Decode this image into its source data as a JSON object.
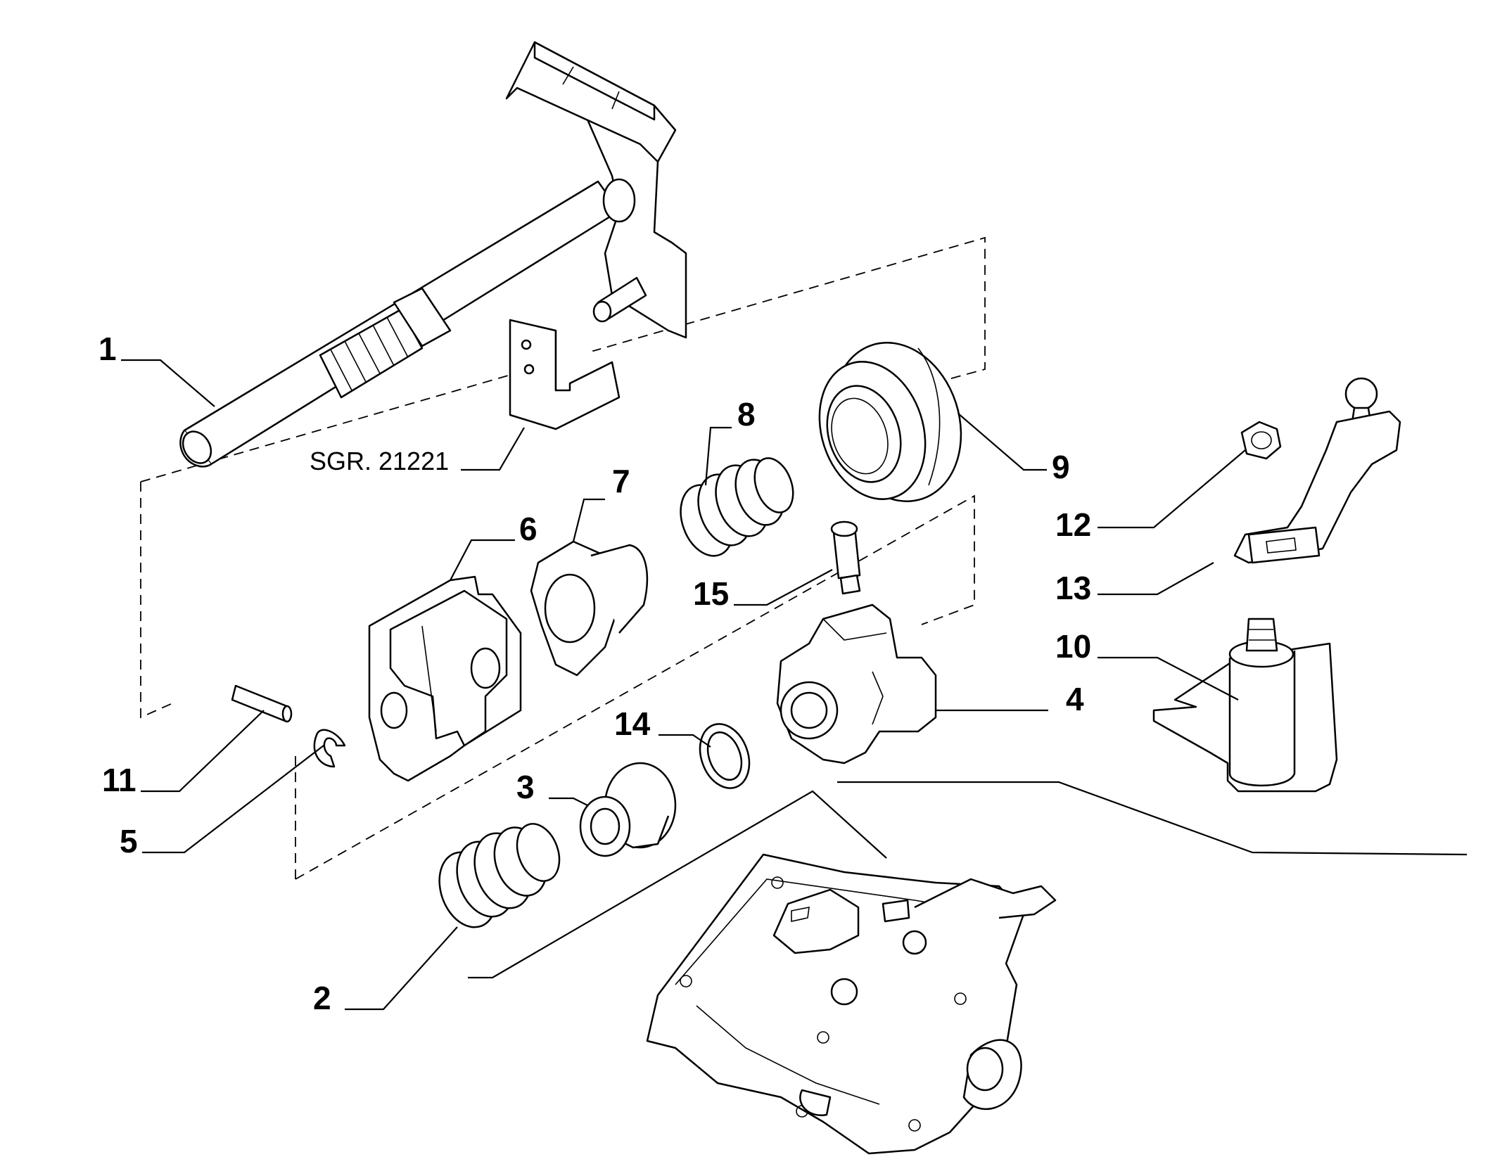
{
  "callouts": {
    "c1": "1",
    "c2": "2",
    "c3": "3",
    "c4": "4",
    "c5": "5",
    "c6": "6",
    "c7": "7",
    "c8": "8",
    "c9": "9",
    "c10": "10",
    "c11": "11",
    "c12": "12",
    "c13": "13",
    "c14": "14",
    "c15": "15"
  },
  "reference_label": "SGR. 21221"
}
